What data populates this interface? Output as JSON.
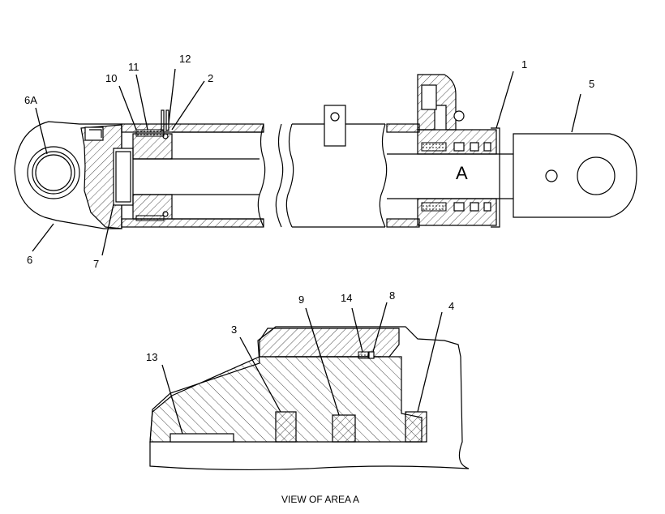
{
  "callouts": {
    "c1": "1",
    "c2": "2",
    "c3": "3",
    "c4": "4",
    "c5": "5",
    "c6": "6",
    "c6a": "6A",
    "c7": "7",
    "c8": "8",
    "c9": "9",
    "c10": "10",
    "c11": "11",
    "c12": "12",
    "c13": "13",
    "c14": "14"
  },
  "area_label": "A",
  "caption": "VIEW OF AREA  A"
}
